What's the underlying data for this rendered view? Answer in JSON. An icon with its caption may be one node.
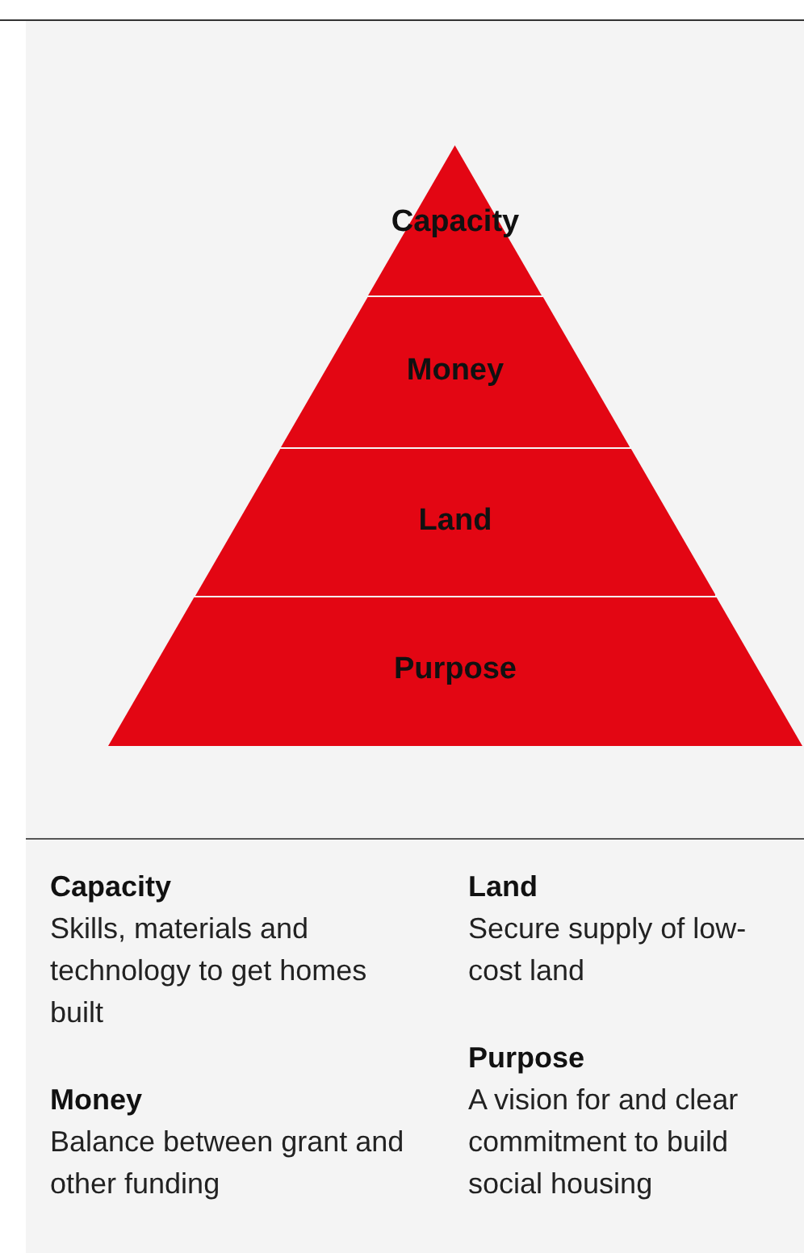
{
  "diagram": {
    "nodes": [
      {
        "text": [
          "Capacity"
        ]
      },
      {
        "text": [
          "Money"
        ]
      },
      {
        "text": [
          "Land"
        ]
      },
      {
        "text": [
          "Purpose"
        ]
      }
    ],
    "labels": [
      "Capacity",
      "Skills, materials and technology to get homes built",
      "Money",
      "Balance between grant and other funding",
      "Land",
      "Secure supply of low-cost land",
      "Purpose",
      "A vision for and clear commitment to build social housing"
    ]
  }
}
